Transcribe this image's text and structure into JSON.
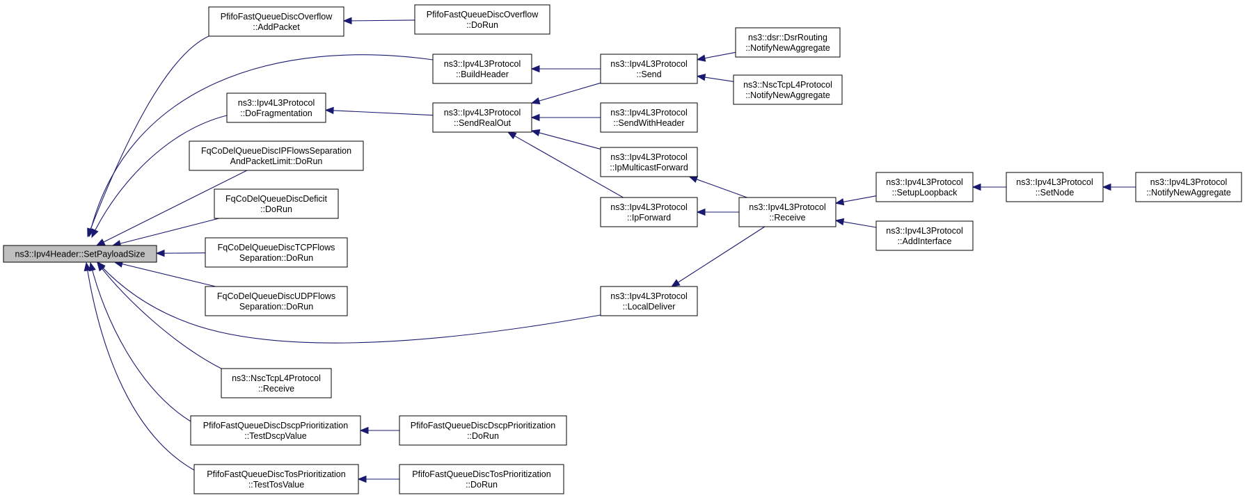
{
  "graph": {
    "root": "n0",
    "colors": {
      "edge": "#191970",
      "root_fill": "#bfbfbf",
      "node_fill": "#ffffff",
      "node_stroke": "#000000"
    },
    "nodes": [
      {
        "id": "n0",
        "lines": [
          "ns3::Ipv4Header::SetPayloadSize"
        ]
      },
      {
        "id": "n1",
        "lines": [
          "PfifoFastQueueDiscOverflow",
          "::AddPacket"
        ]
      },
      {
        "id": "n2",
        "lines": [
          "PfifoFastQueueDiscOverflow",
          "::DoRun"
        ]
      },
      {
        "id": "n3",
        "lines": [
          "ns3::Ipv4L3Protocol",
          "::BuildHeader"
        ]
      },
      {
        "id": "n4",
        "lines": [
          "ns3::Ipv4L3Protocol",
          "::Send"
        ]
      },
      {
        "id": "n5",
        "lines": [
          "ns3::dsr::DsrRouting",
          "::NotifyNewAggregate"
        ]
      },
      {
        "id": "n6",
        "lines": [
          "ns3::NscTcpL4Protocol",
          "::NotifyNewAggregate"
        ]
      },
      {
        "id": "n7",
        "lines": [
          "ns3::Ipv4L3Protocol",
          "::DoFragmentation"
        ]
      },
      {
        "id": "n8",
        "lines": [
          "ns3::Ipv4L3Protocol",
          "::SendRealOut"
        ]
      },
      {
        "id": "n9",
        "lines": [
          "ns3::Ipv4L3Protocol",
          "::SendWithHeader"
        ]
      },
      {
        "id": "n10",
        "lines": [
          "FqCoDelQueueDiscIPFlowsSeparation",
          "AndPacketLimit::DoRun"
        ]
      },
      {
        "id": "n11",
        "lines": [
          "ns3::Ipv4L3Protocol",
          "::IpMulticastForward"
        ]
      },
      {
        "id": "n12",
        "lines": [
          "ns3::Ipv4L3Protocol",
          "::SetupLoopback"
        ]
      },
      {
        "id": "n13",
        "lines": [
          "ns3::Ipv4L3Protocol",
          "::SetNode"
        ]
      },
      {
        "id": "n14",
        "lines": [
          "ns3::Ipv4L3Protocol",
          "::NotifyNewAggregate"
        ]
      },
      {
        "id": "n15",
        "lines": [
          "FqCoDelQueueDiscDeficit",
          "::DoRun"
        ]
      },
      {
        "id": "n16",
        "lines": [
          "ns3::Ipv4L3Protocol",
          "::IpForward"
        ]
      },
      {
        "id": "n17",
        "lines": [
          "ns3::Ipv4L3Protocol",
          "::Receive"
        ]
      },
      {
        "id": "n18",
        "lines": [
          "ns3::Ipv4L3Protocol",
          "::AddInterface"
        ]
      },
      {
        "id": "n19",
        "lines": [
          "FqCoDelQueueDiscTCPFlows",
          "Separation::DoRun"
        ]
      },
      {
        "id": "n20",
        "lines": [
          "FqCoDelQueueDiscUDPFlows",
          "Separation::DoRun"
        ]
      },
      {
        "id": "n21",
        "lines": [
          "ns3::Ipv4L3Protocol",
          "::LocalDeliver"
        ]
      },
      {
        "id": "n22",
        "lines": [
          "ns3::NscTcpL4Protocol",
          "::Receive"
        ]
      },
      {
        "id": "n23",
        "lines": [
          "PfifoFastQueueDiscDscpPrioritization",
          "::TestDscpValue"
        ]
      },
      {
        "id": "n24",
        "lines": [
          "PfifoFastQueueDiscDscpPrioritization",
          "::DoRun"
        ]
      },
      {
        "id": "n25",
        "lines": [
          "PfifoFastQueueDiscTosPrioritization",
          "::TestTosValue"
        ]
      },
      {
        "id": "n26",
        "lines": [
          "PfifoFastQueueDiscTosPrioritization",
          "::DoRun"
        ]
      }
    ],
    "edges": [
      {
        "from": "n1",
        "to": "n0"
      },
      {
        "from": "n2",
        "to": "n1"
      },
      {
        "from": "n3",
        "to": "n0"
      },
      {
        "from": "n4",
        "to": "n3"
      },
      {
        "from": "n5",
        "to": "n4"
      },
      {
        "from": "n6",
        "to": "n4"
      },
      {
        "from": "n7",
        "to": "n0"
      },
      {
        "from": "n8",
        "to": "n7"
      },
      {
        "from": "n4",
        "to": "n8"
      },
      {
        "from": "n9",
        "to": "n8"
      },
      {
        "from": "n11",
        "to": "n8"
      },
      {
        "from": "n16",
        "to": "n8"
      },
      {
        "from": "n10",
        "to": "n0"
      },
      {
        "from": "n17",
        "to": "n11"
      },
      {
        "from": "n17",
        "to": "n16"
      },
      {
        "from": "n17",
        "to": "n21"
      },
      {
        "from": "n12",
        "to": "n17"
      },
      {
        "from": "n18",
        "to": "n17"
      },
      {
        "from": "n13",
        "to": "n12"
      },
      {
        "from": "n14",
        "to": "n13"
      },
      {
        "from": "n15",
        "to": "n0"
      },
      {
        "from": "n19",
        "to": "n0"
      },
      {
        "from": "n20",
        "to": "n0"
      },
      {
        "from": "n21",
        "to": "n0"
      },
      {
        "from": "n22",
        "to": "n0"
      },
      {
        "from": "n23",
        "to": "n0"
      },
      {
        "from": "n24",
        "to": "n23"
      },
      {
        "from": "n25",
        "to": "n0"
      },
      {
        "from": "n26",
        "to": "n25"
      }
    ]
  }
}
